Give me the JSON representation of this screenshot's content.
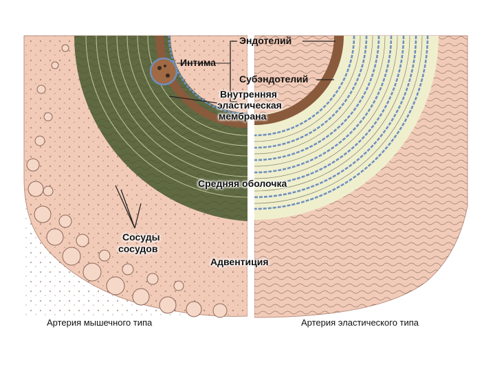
{
  "labels": {
    "endothelium": "Эндотелий",
    "intima": "Интима",
    "subendothelium": "Субэндотелий",
    "iem_1": "Внутренняя",
    "iem_2": "эластическая",
    "iem_3": "мембрана",
    "media": "Средняя оболочка",
    "vasa_1": "Сосуды",
    "vasa_2": "сосудов",
    "adventitia": "Адвентиция"
  },
  "captions": {
    "left": "Артерия мышечного типа",
    "right": "Артерия эластического типа"
  },
  "colors": {
    "adventitia_fill": "#f2cbb8",
    "media_muscular": "#5f6a42",
    "media_elastic": "#efefce",
    "elastic_lamella": "#6f8fbf",
    "intima_band": "#8a5a3c",
    "background": "#ffffff"
  }
}
